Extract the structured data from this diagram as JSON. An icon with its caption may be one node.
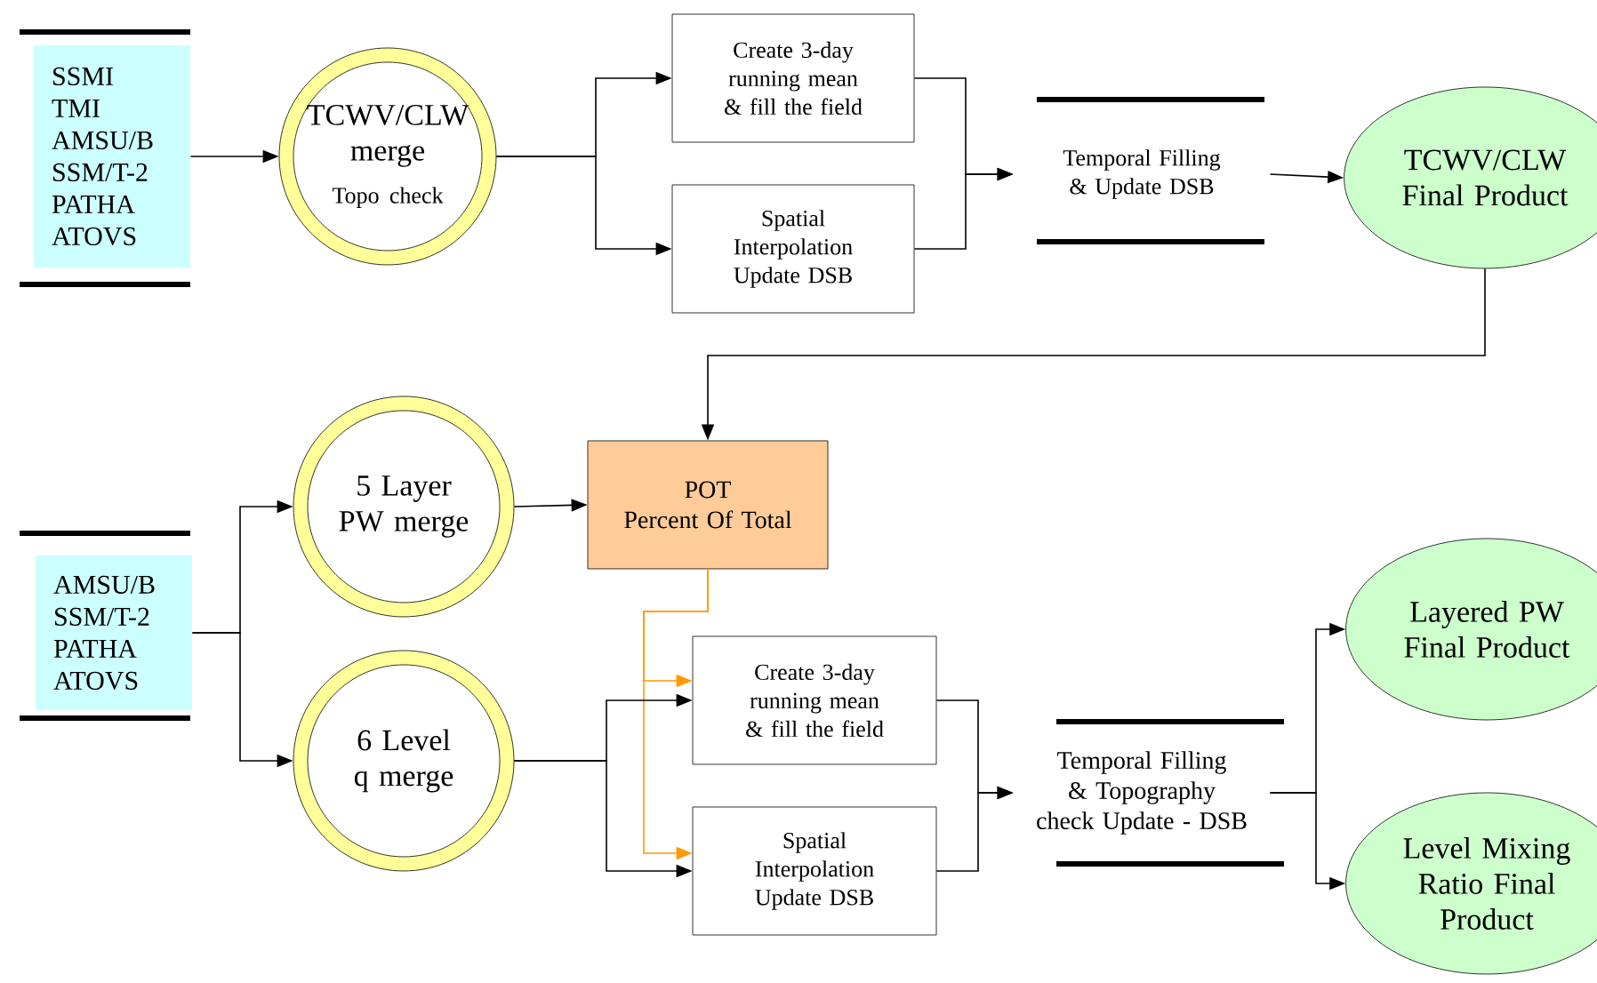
{
  "diagram": {
    "nodes": [
      {
        "text": [
          "SSMI",
          "TMI",
          "AMSU/B",
          "SSM/T-2",
          "PATHA",
          "ATOVS"
        ]
      },
      {
        "text": [
          "TCWV/CLW merge",
          "Topo check"
        ]
      },
      {
        "text": [
          "Create 3-day running mean & fill the field"
        ]
      },
      {
        "text": [
          "Spatial Interpolation Update DSB"
        ]
      },
      {
        "text": [
          "Temporal Filling & Update DSB"
        ]
      },
      {
        "text": [
          "TCWV/CLW Final Product"
        ]
      },
      {
        "text": [
          "AMSU/B",
          "SSM/T-2",
          "PATHA",
          "ATOVS"
        ]
      },
      {
        "text": [
          "5 Layer PW merge"
        ]
      },
      {
        "text": [
          "6 Level q merge"
        ]
      },
      {
        "text": [
          "POT",
          "Percent Of Total"
        ]
      },
      {
        "text": [
          "Create 3-day running mean & fill the field"
        ]
      },
      {
        "text": [
          "Spatial Interpolation Update DSB"
        ]
      },
      {
        "text": [
          "Temporal Filling & Topography check Update - DSB"
        ]
      },
      {
        "text": [
          "Layered PW Final Product"
        ]
      },
      {
        "text": [
          "Level Mixing Ratio Final Product"
        ]
      }
    ],
    "edges": [
      {
        "from": 0,
        "to": 1,
        "arrow": "to"
      },
      {
        "from": 1,
        "to": 2,
        "arrow": "to"
      },
      {
        "from": 1,
        "to": 3,
        "arrow": "to"
      },
      {
        "from": 2,
        "to": 4,
        "arrow": "to"
      },
      {
        "from": 3,
        "to": 4,
        "arrow": "to"
      },
      {
        "from": 4,
        "to": 5,
        "arrow": "to"
      },
      {
        "from": 5,
        "to": 9,
        "arrow": "to"
      },
      {
        "from": 6,
        "to": 7,
        "arrow": "to"
      },
      {
        "from": 6,
        "to": 8,
        "arrow": "to"
      },
      {
        "from": 7,
        "to": 9,
        "arrow": "to"
      },
      {
        "from": 9,
        "to": 10,
        "arrow": "to",
        "color": "#ff9900"
      },
      {
        "from": 9,
        "to": 11,
        "arrow": "to",
        "color": "#ff9900"
      },
      {
        "from": 8,
        "to": 10,
        "arrow": "to"
      },
      {
        "from": 8,
        "to": 11,
        "arrow": "to"
      },
      {
        "from": 10,
        "to": 12,
        "arrow": "to"
      },
      {
        "from": 11,
        "to": 12,
        "arrow": "to"
      },
      {
        "from": 12,
        "to": 13,
        "arrow": "to"
      },
      {
        "from": 12,
        "to": 14,
        "arrow": "to"
      }
    ]
  }
}
